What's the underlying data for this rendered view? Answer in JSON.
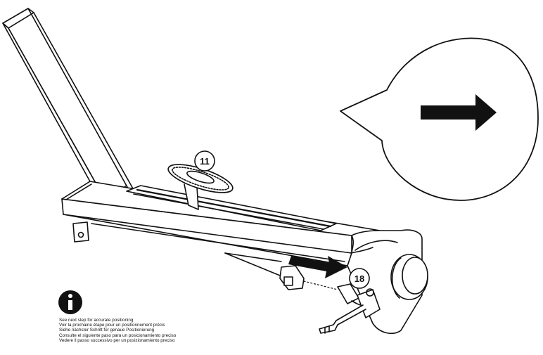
{
  "callouts": {
    "part_11": "11",
    "part_18": "18"
  },
  "info": {
    "icon_glyph": "i",
    "lines": [
      "See next step for accurate positioning",
      "Voir la prochaine étape pour un positionnement précis",
      "Siehe nächster Schritt für genaue Positionierung",
      "Consulte el siguiente paso para un posicionamiento preciso",
      "Vedere il passo successivo per un posizionamiento preciso"
    ]
  },
  "icons": {
    "info": "info-icon",
    "zoom_arrow": "arrow-right-icon",
    "insert_arrow": "arrow-right-icon"
  },
  "colors": {
    "line": "#111111",
    "fill": "#ffffff",
    "badge": "#2a2a2a"
  }
}
